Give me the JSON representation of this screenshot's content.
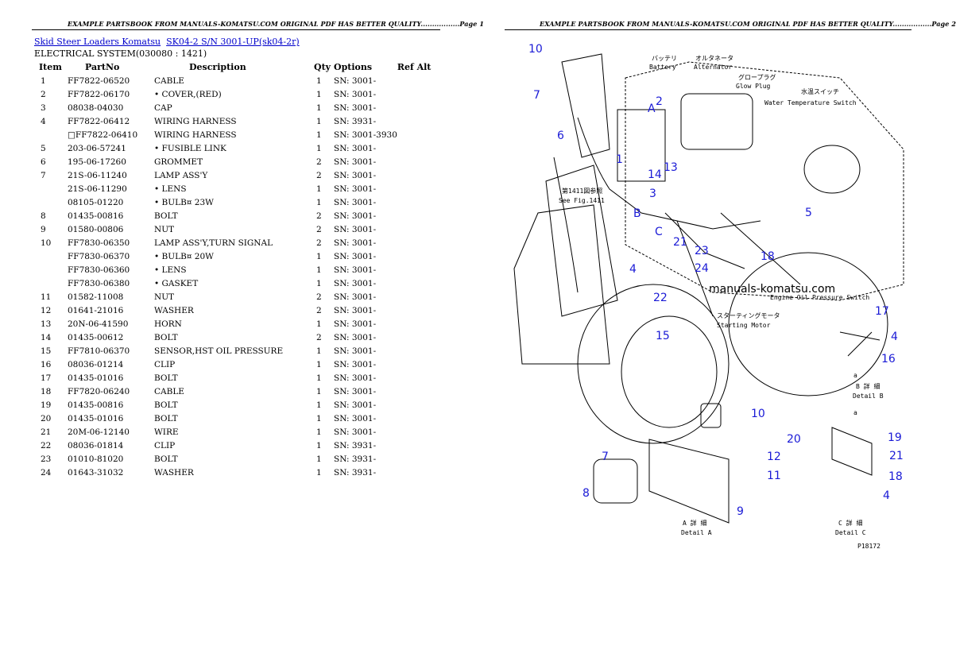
{
  "left_page": {
    "banner": "EXAMPLE PARTSBOOK FROM MANUALS-KOMATSU.COM ORIGINAL PDF HAS BETTER QUALITY.................Page 1",
    "breadcrumb": {
      "link1": "Skid Steer Loaders Komatsu",
      "link2": "SK04-2 S/N 3001-UP(sk04-2r)"
    },
    "section_title": "ELECTRICAL SYSTEM(030080 : 1421)",
    "columns": [
      "Item",
      "PartNo",
      "Description",
      "Qty",
      "Options",
      "Ref Alt"
    ],
    "rows": [
      {
        "item": "1",
        "part": "FF7822-06520",
        "desc": "CABLE",
        "qty": "1",
        "opt": "SN: 3001-"
      },
      {
        "item": "2",
        "part": "FF7822-06170",
        "desc": "• COVER,(RED)",
        "qty": "1",
        "opt": "SN: 3001-"
      },
      {
        "item": "3",
        "part": "08038-04030",
        "desc": "CAP",
        "qty": "1",
        "opt": "SN: 3001-"
      },
      {
        "item": "4",
        "part": "FF7822-06412",
        "desc": "WIRING HARNESS",
        "qty": "1",
        "opt": "SN: 3931-"
      },
      {
        "item": "",
        "part": "□FF7822-06410",
        "desc": "WIRING HARNESS",
        "qty": "1",
        "opt": "SN: 3001-3930"
      },
      {
        "item": "5",
        "part": "203-06-57241",
        "desc": "• FUSIBLE LINK",
        "qty": "1",
        "opt": "SN: 3001-"
      },
      {
        "item": "6",
        "part": "195-06-17260",
        "desc": "GROMMET",
        "qty": "2",
        "opt": "SN: 3001-"
      },
      {
        "item": "7",
        "part": "21S-06-11240",
        "desc": "LAMP ASS'Y",
        "qty": "2",
        "opt": "SN: 3001-"
      },
      {
        "item": "",
        "part": "21S-06-11290",
        "desc": "• LENS",
        "qty": "1",
        "opt": "SN: 3001-"
      },
      {
        "item": "",
        "part": "08105-01220",
        "desc": "• BULB¤ 23W",
        "qty": "1",
        "opt": "SN: 3001-"
      },
      {
        "item": "8",
        "part": "01435-00816",
        "desc": "BOLT",
        "qty": "2",
        "opt": "SN: 3001-"
      },
      {
        "item": "9",
        "part": "01580-00806",
        "desc": "NUT",
        "qty": "2",
        "opt": "SN: 3001-"
      },
      {
        "item": "10",
        "part": "FF7830-06350",
        "desc": "LAMP ASS'Y,TURN SIGNAL",
        "qty": "2",
        "opt": "SN: 3001-"
      },
      {
        "item": "",
        "part": "FF7830-06370",
        "desc": "• BULB¤ 20W",
        "qty": "1",
        "opt": "SN: 3001-"
      },
      {
        "item": "",
        "part": "FF7830-06360",
        "desc": "• LENS",
        "qty": "1",
        "opt": "SN: 3001-"
      },
      {
        "item": "",
        "part": "FF7830-06380",
        "desc": "• GASKET",
        "qty": "1",
        "opt": "SN: 3001-"
      },
      {
        "item": "11",
        "part": "01582-11008",
        "desc": "NUT",
        "qty": "2",
        "opt": "SN: 3001-"
      },
      {
        "item": "12",
        "part": "01641-21016",
        "desc": "WASHER",
        "qty": "2",
        "opt": "SN: 3001-"
      },
      {
        "item": "13",
        "part": "20N-06-41590",
        "desc": "HORN",
        "qty": "1",
        "opt": "SN: 3001-"
      },
      {
        "item": "14",
        "part": "01435-00612",
        "desc": "BOLT",
        "qty": "2",
        "opt": "SN: 3001-"
      },
      {
        "item": "15",
        "part": "FF7810-06370",
        "desc": "SENSOR,HST OIL PRESSURE",
        "qty": "1",
        "opt": "SN: 3001-"
      },
      {
        "item": "16",
        "part": "08036-01214",
        "desc": "CLIP",
        "qty": "1",
        "opt": "SN: 3001-"
      },
      {
        "item": "17",
        "part": "01435-01016",
        "desc": "BOLT",
        "qty": "1",
        "opt": "SN: 3001-"
      },
      {
        "item": "18",
        "part": "FF7820-06240",
        "desc": "CABLE",
        "qty": "1",
        "opt": "SN: 3001-"
      },
      {
        "item": "19",
        "part": "01435-00816",
        "desc": "BOLT",
        "qty": "1",
        "opt": "SN: 3001-"
      },
      {
        "item": "20",
        "part": "01435-01016",
        "desc": "BOLT",
        "qty": "1",
        "opt": "SN: 3001-"
      },
      {
        "item": "21",
        "part": "20M-06-12140",
        "desc": "WIRE",
        "qty": "1",
        "opt": "SN: 3001-"
      },
      {
        "item": "22",
        "part": "08036-01814",
        "desc": "CLIP",
        "qty": "1",
        "opt": "SN: 3931-"
      },
      {
        "item": "23",
        "part": "01010-81020",
        "desc": "BOLT",
        "qty": "1",
        "opt": "SN: 3931-"
      },
      {
        "item": "24",
        "part": "01643-31032",
        "desc": "WASHER",
        "qty": "1",
        "opt": "SN: 3931-"
      }
    ]
  },
  "right_page": {
    "banner": "EXAMPLE PARTSBOOK FROM MANUALS-KOMATSU.COM ORIGINAL PDF HAS BETTER QUALITY.................Page 2",
    "watermark": "manuals-komatsu.com",
    "labels": {
      "battery_jp": "バッテリ",
      "battery": "Battery",
      "alternator_jp": "オルタネータ",
      "alternator": "Alternator",
      "glow_jp": "グロープラグ",
      "glow": "Glow Plug",
      "water_jp": "水温スイッチ",
      "water": "Water Temperature Switch",
      "fig_jp": "第1411図参照",
      "fig": "See Fig.1411",
      "oil": "Engine Oil Pressure Switch",
      "start_jp": "スターティングモータ",
      "start": "Starting Motor",
      "detail_b_jp": "B 詳 細",
      "detail_b": "Detail B",
      "detail_a_jp": "A 詳 細",
      "detail_a": "Detail A",
      "detail_c_jp": "C 詳 細",
      "detail_c": "Detail C",
      "view_a": "A",
      "view_b": "B",
      "view_c": "C",
      "arrow_a1": "a",
      "arrow_a2": "a",
      "fig_code": "P18172"
    },
    "callouts": [
      "10",
      "7",
      "6",
      "1",
      "2",
      "14",
      "13",
      "3",
      "5",
      "21",
      "23",
      "24",
      "18",
      "4",
      "22",
      "15",
      "17",
      "4",
      "16",
      "10",
      "7",
      "12",
      "11",
      "8",
      "9",
      "20",
      "19",
      "21",
      "18",
      "4"
    ]
  },
  "colors": {
    "link": "#0000cc",
    "callout": "#1a1ad6"
  }
}
